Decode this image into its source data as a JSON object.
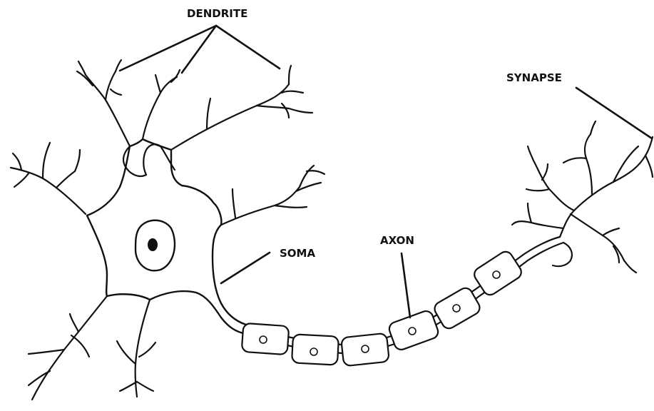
{
  "labels": {
    "dendrite": "DENDRITE",
    "synapse": "SYNAPSE",
    "soma": "SOMA",
    "axon": "AXON"
  },
  "colors": {
    "ink": "#111111",
    "background": "#ffffff"
  }
}
